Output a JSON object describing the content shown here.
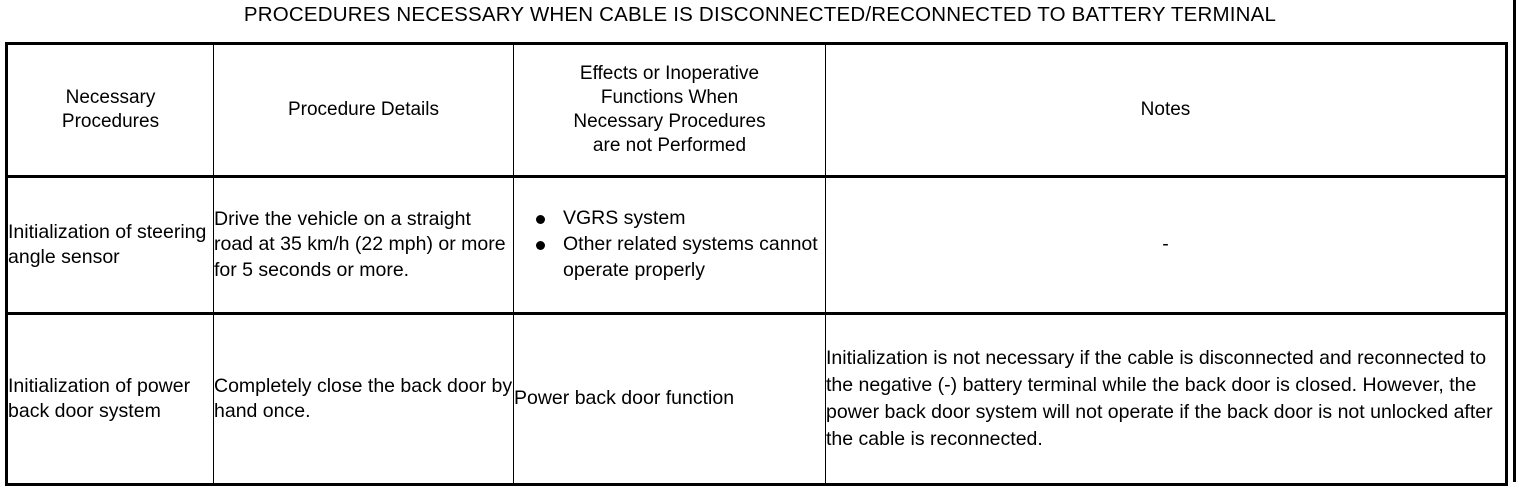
{
  "document": {
    "title": "PROCEDURES NECESSARY WHEN CABLE IS DISCONNECTED/RECONNECTED TO BATTERY TERMINAL"
  },
  "table": {
    "headers": [
      "Necessary\nProcedures",
      "Procedure Details",
      "Effects or Inoperative\nFunctions When\nNecessary Procedures\nare not Performed",
      "Notes"
    ],
    "headers_plain": {
      "col1_line1": "Necessary",
      "col1_line2": "Procedures",
      "col2": "Procedure Details",
      "col3_line1": "Effects or Inoperative",
      "col3_line2": "Functions When",
      "col3_line3": "Necessary Procedures",
      "col3_line4": "are not Performed",
      "col4": "Notes"
    },
    "rows": [
      {
        "necessary_procedure": "Initialization of steering angle sensor",
        "procedure_details": "Drive the vehicle on a straight road at 35 km/h (22 mph) or more for 5 seconds or more.",
        "effects_bullets": [
          "VGRS system",
          "Other related systems cannot operate properly"
        ],
        "notes": "-"
      },
      {
        "necessary_procedure": "Initialization of power back door system",
        "procedure_details": "Completely close the back door by hand once.",
        "effects": "Power back door function",
        "notes": "Initialization is not necessary if the cable is disconnected and reconnected to the negative (-) battery terminal while the back door is closed. However, the power back door system will not operate if the back door is not unlocked after the cable is reconnected."
      }
    ]
  },
  "colors": {
    "ink": "#000000",
    "paper": "#ffffff"
  }
}
